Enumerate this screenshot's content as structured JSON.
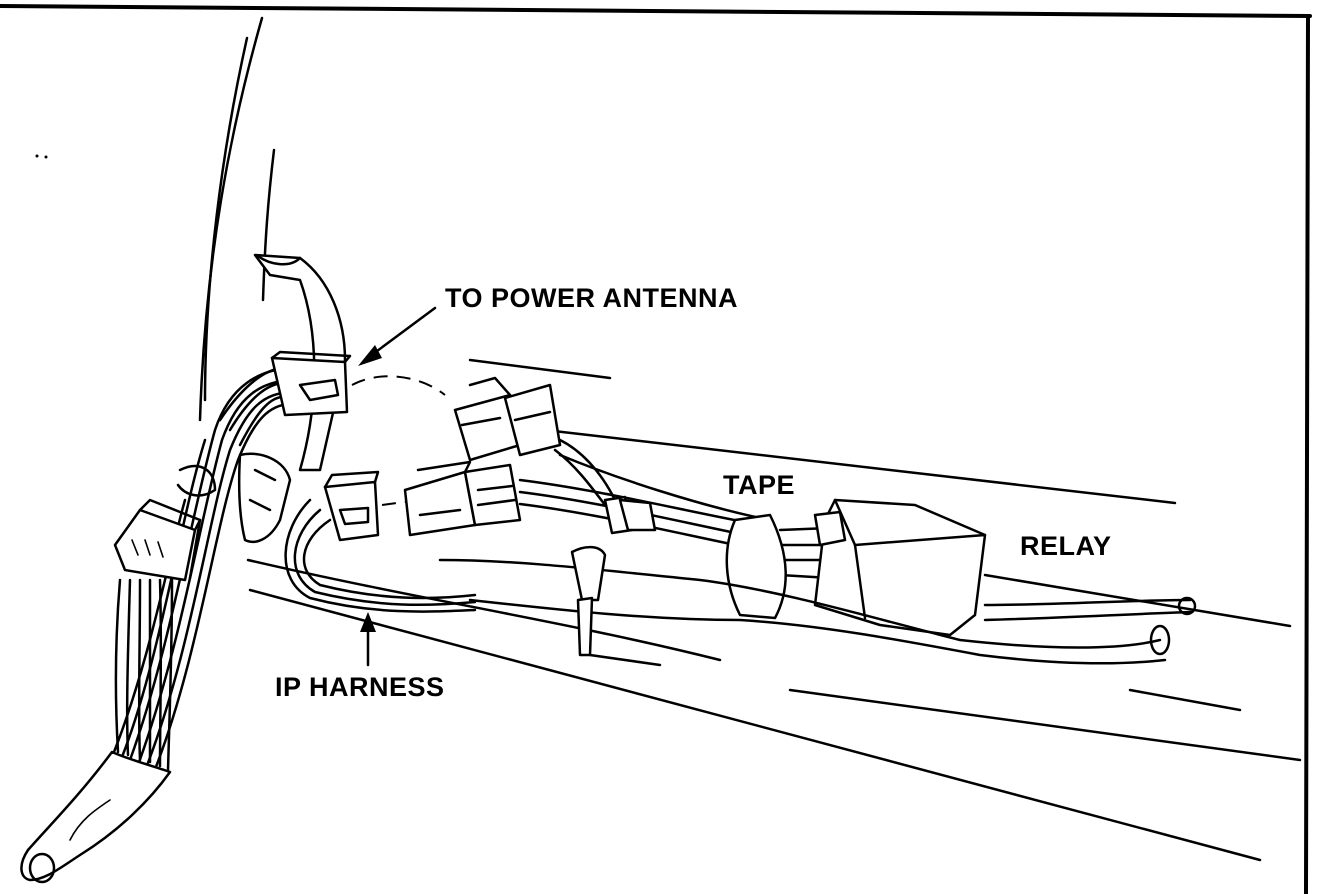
{
  "diagram": {
    "labels": {
      "to_power_antenna": "TO POWER ANTENNA",
      "tape": "TAPE",
      "relay": "RELAY",
      "ip_harness": "IP HARNESS"
    },
    "line_color": "#000000",
    "background_color": "#ffffff"
  }
}
